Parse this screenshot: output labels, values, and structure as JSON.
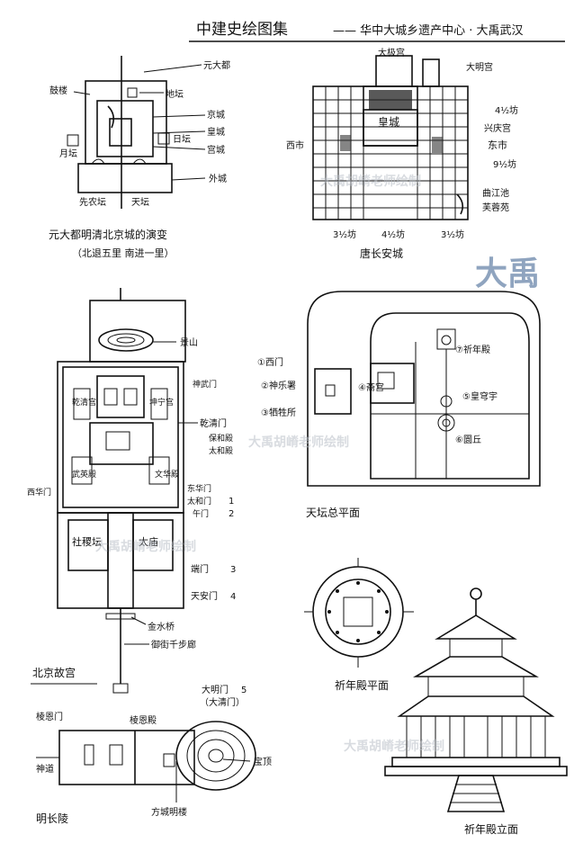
{
  "header": {
    "title": "中建史绘图集",
    "subtitle": "—— 华中大城乡遗产中心 · 大禹武汉"
  },
  "watermark": {
    "text": "大禹胡嵴老师绘制",
    "logo": "大禹"
  },
  "panel_yuan_dadu": {
    "labels": [
      "元大都",
      "地坛",
      "鼓楼",
      "京城",
      "皇城",
      "宫城",
      "日坛",
      "月坛",
      "外城",
      "先农坛",
      "天坛"
    ],
    "caption": "元大都明清北京城的演变",
    "note": "（北退五里  南进一里）"
  },
  "panel_tang_changan": {
    "labels": [
      "大极宫",
      "大明宫",
      "兴庆宫",
      "皇城",
      "东市",
      "西市",
      "曲江池",
      "芙蓉苑"
    ],
    "scale_labels": [
      "4½坊",
      "9½坊",
      "3½坊",
      "4½坊",
      "3½坊"
    ],
    "caption": "唐长安城"
  },
  "panel_beijing_palace": {
    "labels": [
      "景山",
      "神武门",
      "乾清门",
      "保和殿",
      "太和殿",
      "西华门",
      "东华门",
      "太和门",
      "午门",
      "社稷坛",
      "太庙",
      "端门",
      "天安门",
      "金水桥",
      "御街千步廊",
      "大明门",
      "（大清门）",
      "武英殿",
      "文华殿",
      "乾清宫",
      "坤宁宫"
    ],
    "numbers": [
      "1",
      "2",
      "3",
      "4",
      "5"
    ],
    "caption": "北京故宫"
  },
  "panel_tiantan": {
    "labels": [
      "①西门",
      "②神乐署",
      "③牺牲所",
      "④斋宫",
      "⑤皇穹宇",
      "⑥圜丘",
      "⑦祈年殿"
    ],
    "caption": "天坛总平面"
  },
  "panel_qiniandian_plan": {
    "caption": "祈年殿平面"
  },
  "panel_changling": {
    "labels": [
      "棱恩门",
      "棱恩殿",
      "神道",
      "宝顶",
      "方城明楼"
    ],
    "caption": "明长陵"
  },
  "panel_qiniandian_elev": {
    "caption": "祈年殿立面"
  }
}
